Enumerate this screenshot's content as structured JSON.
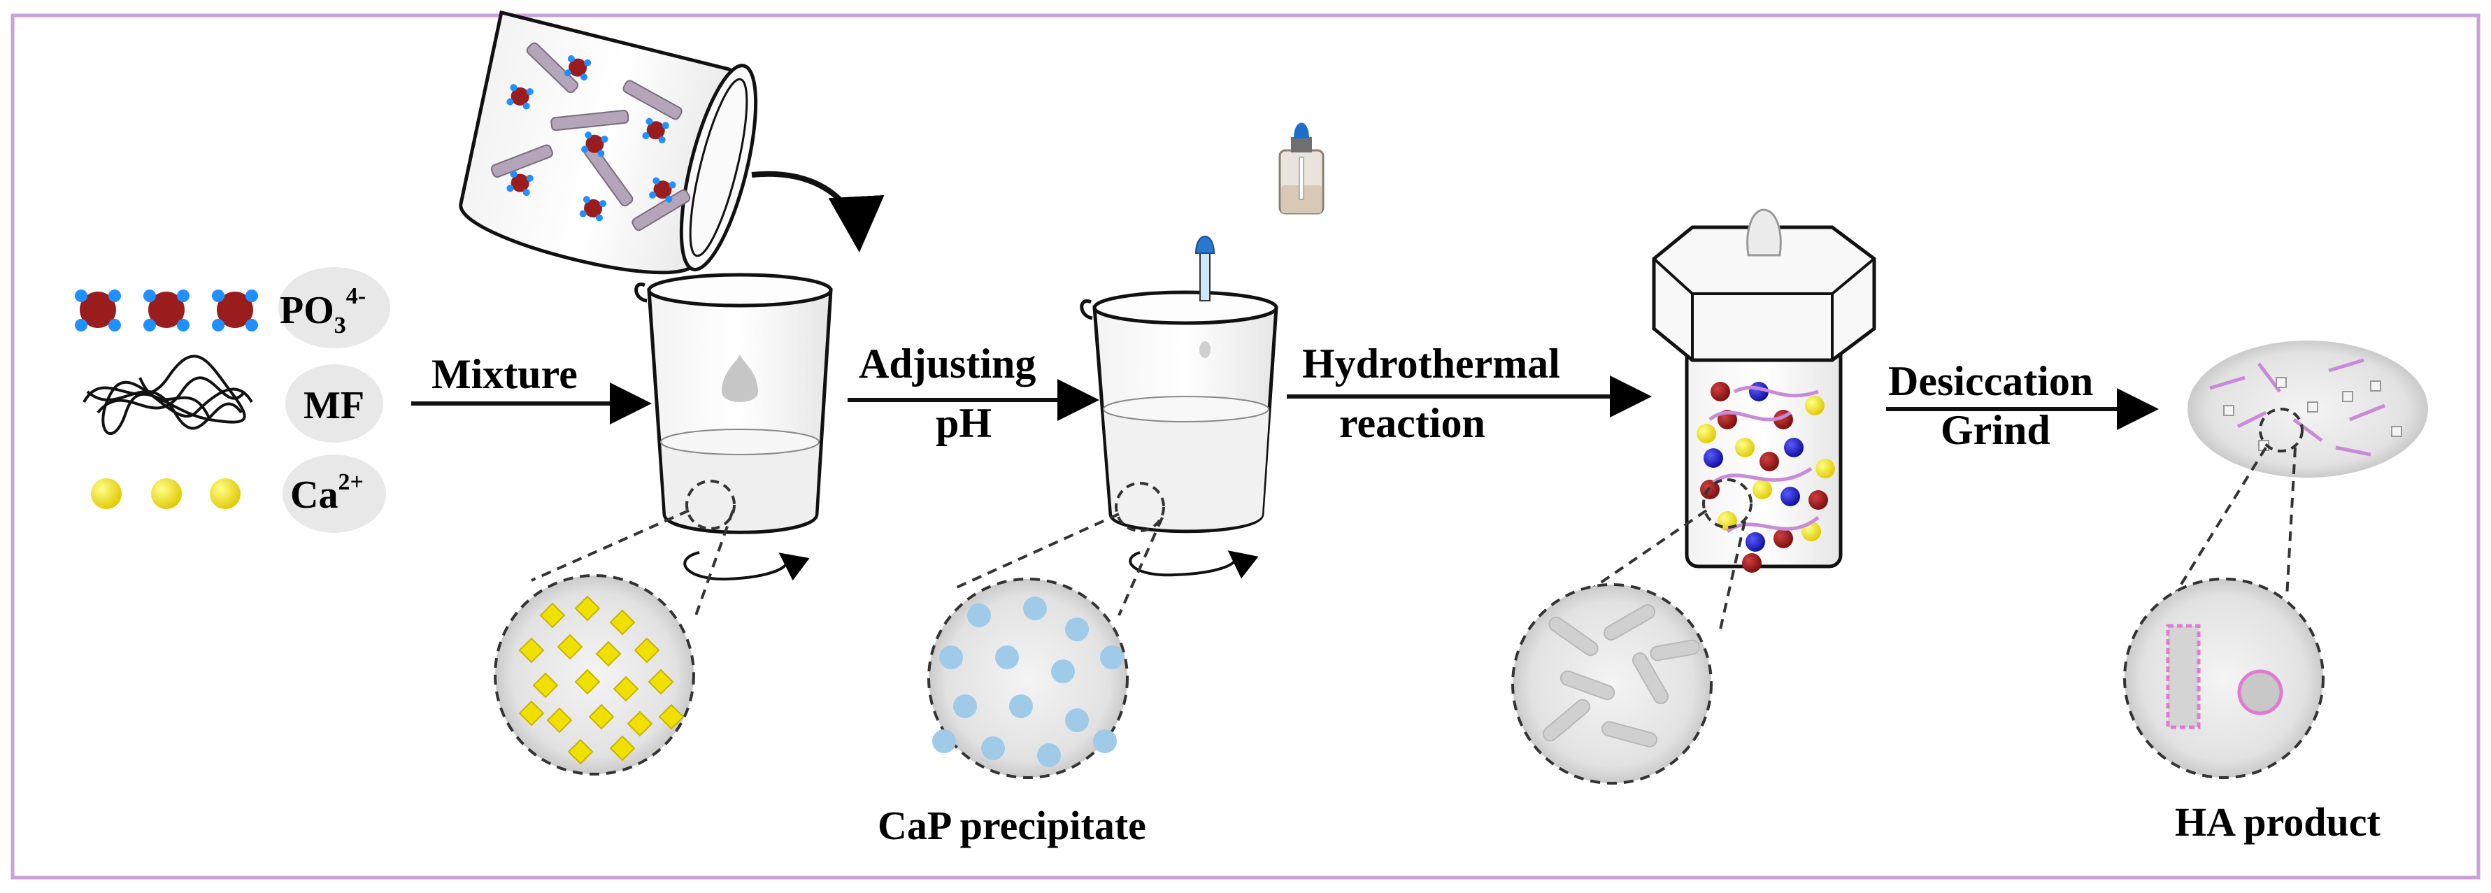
{
  "legend": {
    "po3_label": "PO",
    "po3_sub": "3",
    "po3_sup": "4-",
    "mf_label": "MF",
    "ca_label": "Ca",
    "ca_sup": "2+"
  },
  "steps": {
    "mixture": "Mixture",
    "adjusting_line1": "Adjusting",
    "adjusting_line2": "pH",
    "hydrothermal_line1": "Hydrothermal",
    "hydrothermal_line2": "reaction",
    "desiccation_line1": "Desiccation",
    "desiccation_line2": "Grind"
  },
  "captions": {
    "cap_precipitate": "CaP precipitate",
    "ha_product": "HA product"
  },
  "colors": {
    "frame": "#c9a0dc",
    "phosphate_core": "#9b1c1c",
    "phosphate_tip": "#1e90ff",
    "calcium": "#f0e000",
    "cap_particle": "#9fcbe8",
    "fiber": "#c98ad8",
    "blue_ion": "#1a1adb",
    "red_ion": "#9b1010",
    "legend_bubble": "#e8e8e8"
  }
}
